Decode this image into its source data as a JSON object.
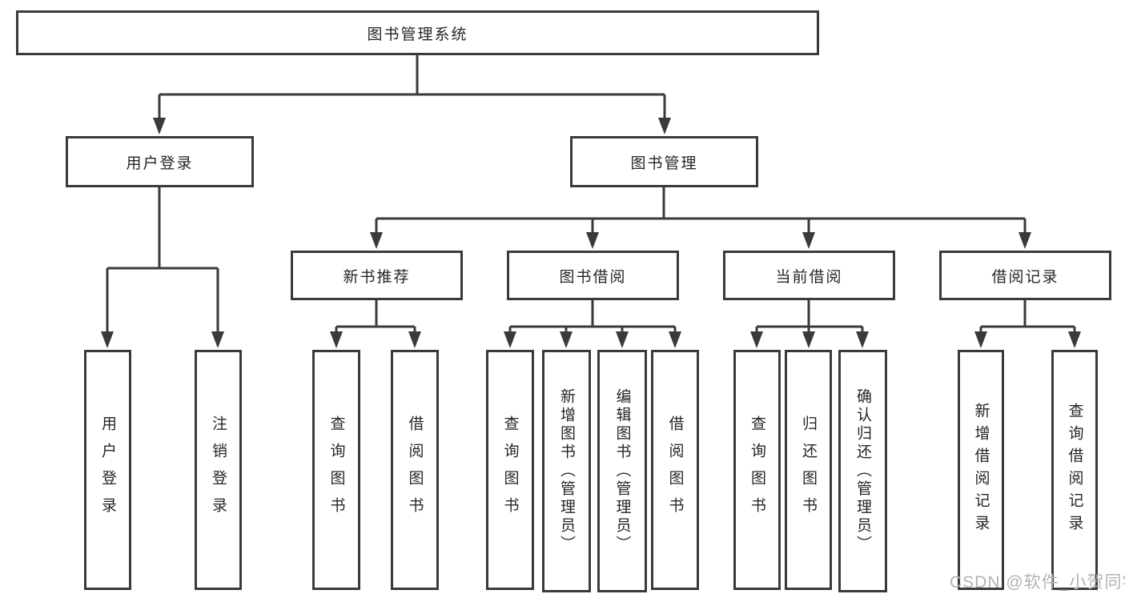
{
  "watermark": {
    "text": "CSDN @软件_小贺同学"
  },
  "colors": {
    "line": "#3a3a3a",
    "text": "#262626",
    "watermark": "#b3b3b3",
    "background": "#ffffff"
  },
  "tree": {
    "label": "图书管理系统",
    "children": [
      {
        "label": "用户登录",
        "children": [
          {
            "label": "用户登录"
          },
          {
            "label": "注销登录"
          }
        ]
      },
      {
        "label": "图书管理",
        "children": [
          {
            "label": "新书推荐",
            "children": [
              {
                "label": "查询图书"
              },
              {
                "label": "借阅图书"
              }
            ]
          },
          {
            "label": "图书借阅",
            "children": [
              {
                "label": "查询图书"
              },
              {
                "label": "新增图书（管理员）"
              },
              {
                "label": "编辑图书（管理员）"
              },
              {
                "label": "借阅图书"
              }
            ]
          },
          {
            "label": "当前借阅",
            "children": [
              {
                "label": "查询图书"
              },
              {
                "label": "归还图书"
              },
              {
                "label": "确认归还（管理员）"
              }
            ]
          },
          {
            "label": "借阅记录",
            "children": [
              {
                "label": "新增借阅记录"
              },
              {
                "label": "查询借阅记录"
              }
            ]
          }
        ]
      }
    ]
  }
}
